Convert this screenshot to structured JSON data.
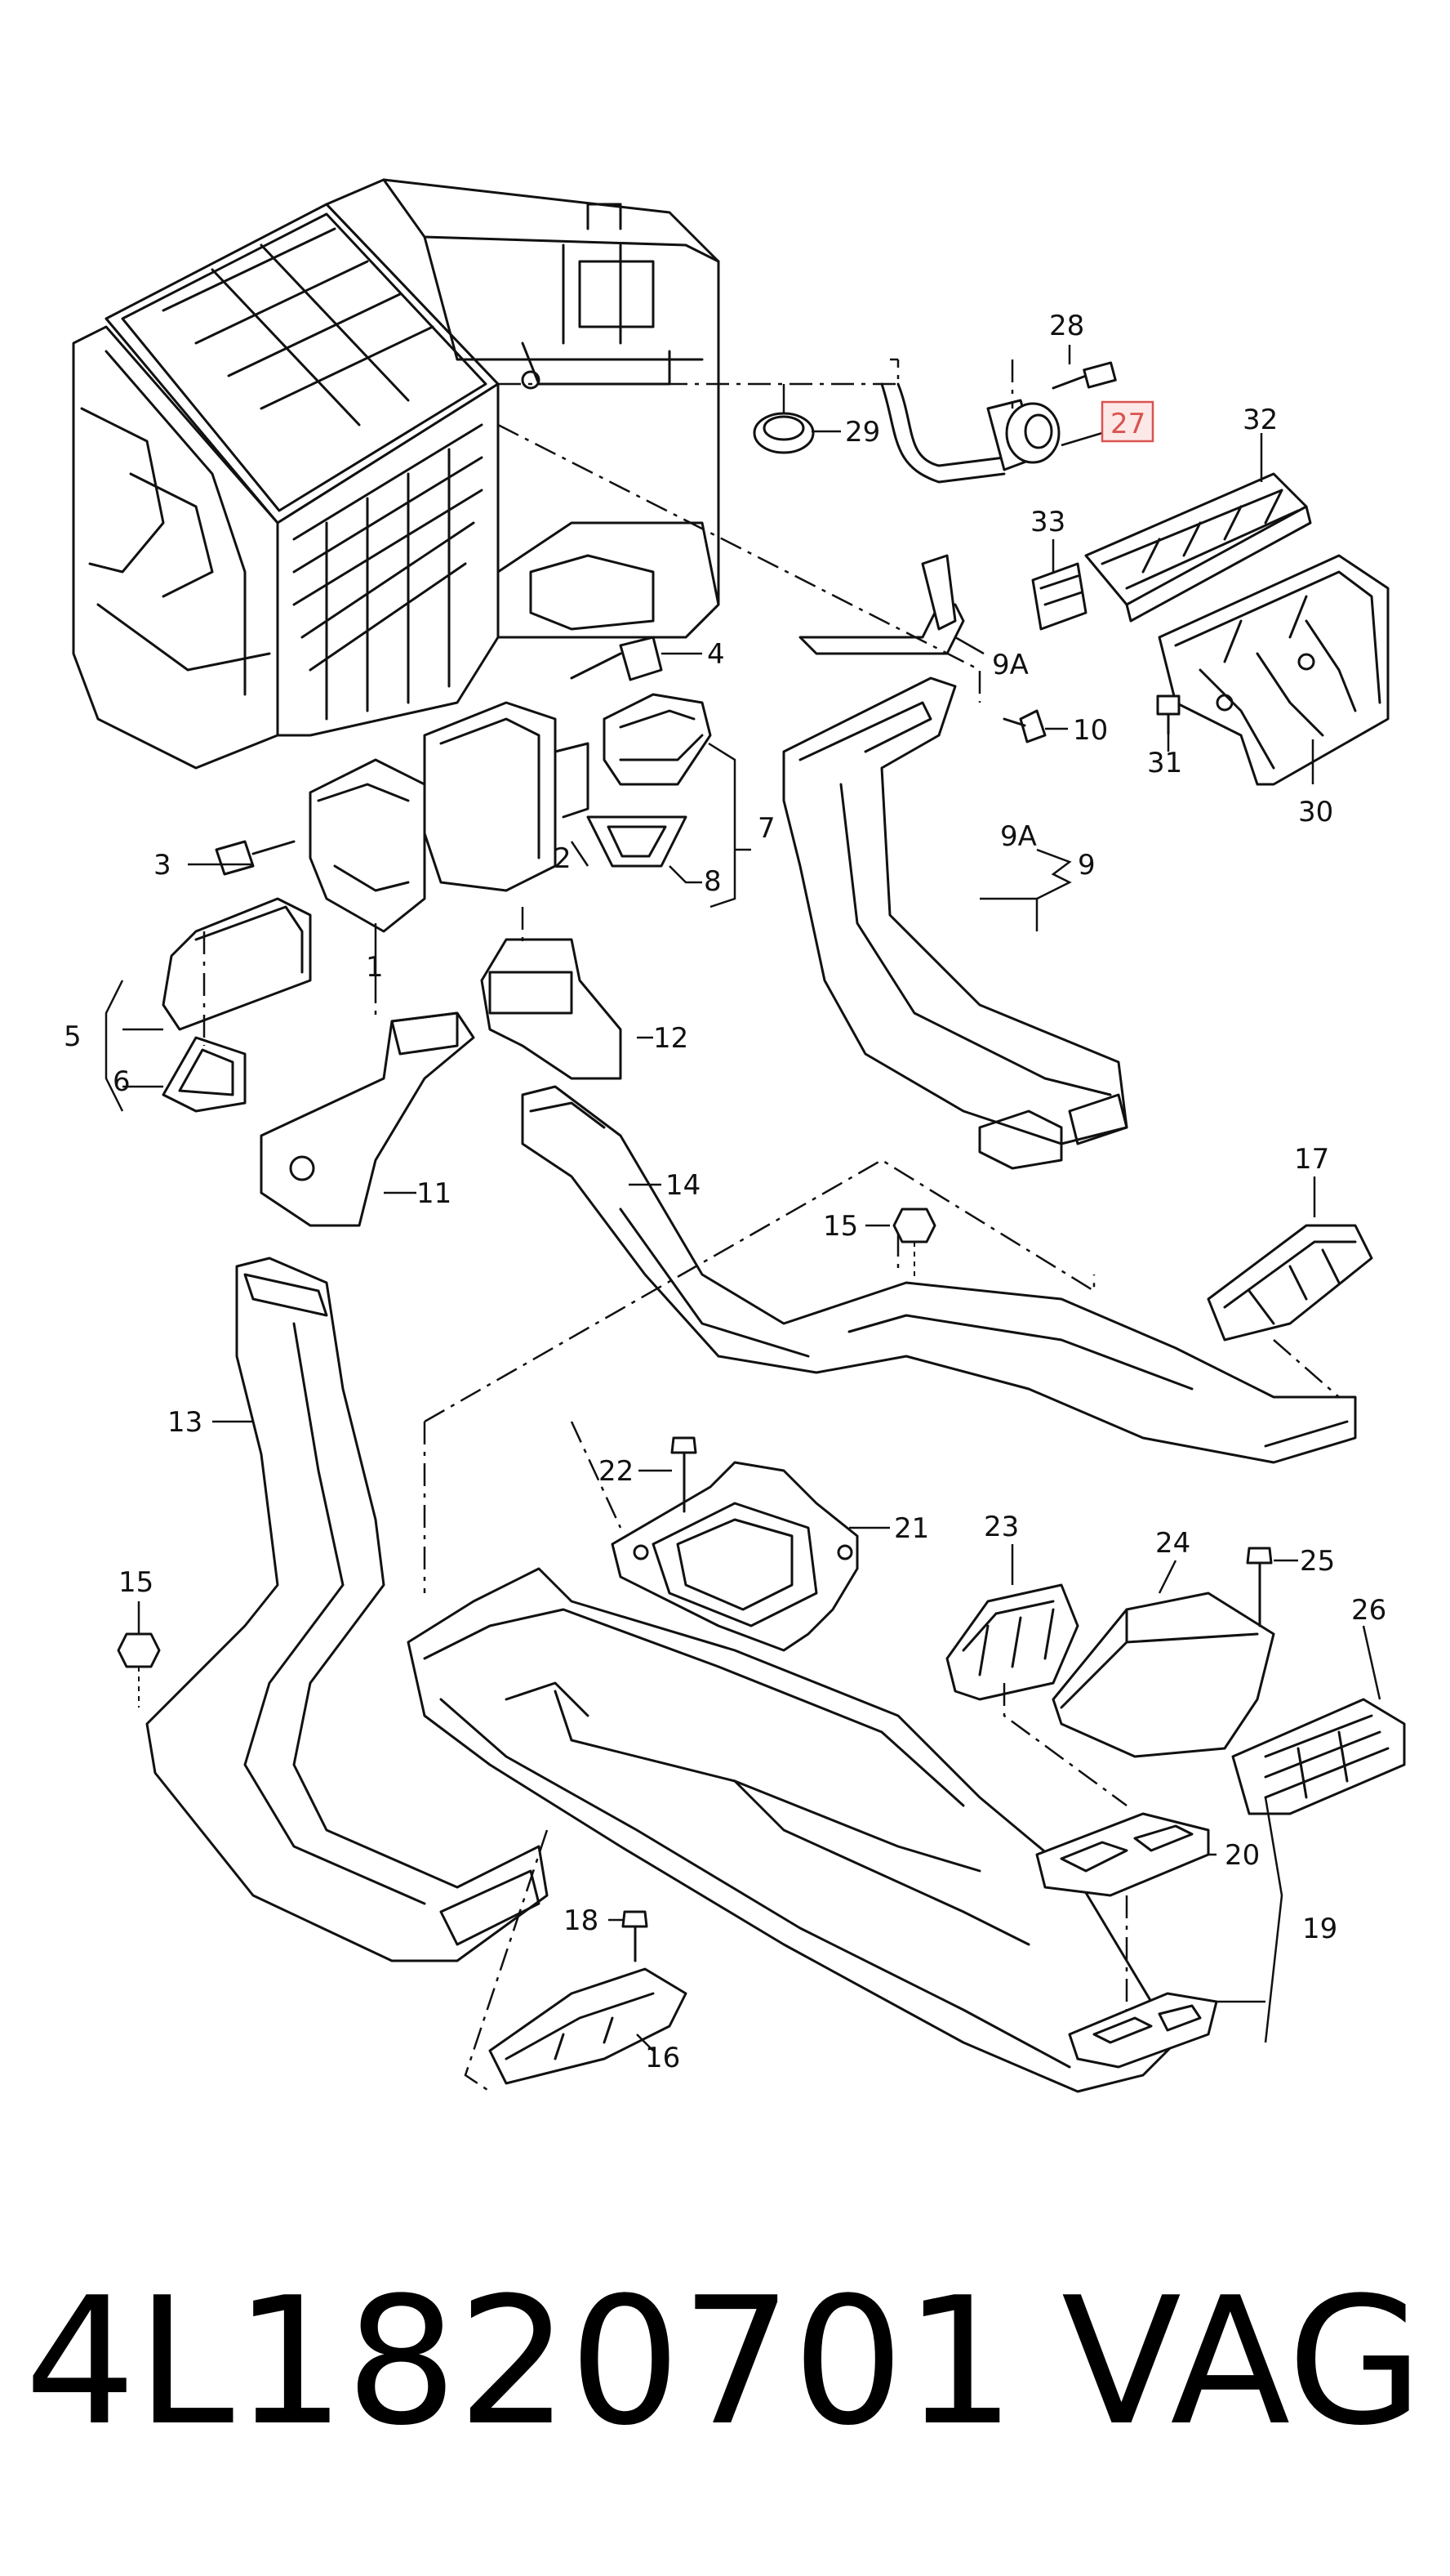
{
  "callouts": {
    "c1": "1",
    "c2": "2",
    "c3": "3",
    "c4": "4",
    "c5": "5",
    "c6": "6",
    "c7": "7",
    "c8": "8",
    "c9": "9",
    "c9A": "9A",
    "c9A_lower": "9A",
    "c10": "10",
    "c11": "11",
    "c12": "12",
    "c13": "13",
    "c14": "14",
    "c15a": "15",
    "c15b": "15",
    "c16": "16",
    "c17": "17",
    "c18": "18",
    "c19": "19",
    "c20": "20",
    "c21": "21",
    "c22": "22",
    "c23": "23",
    "c24": "24",
    "c25": "25",
    "c26": "26",
    "c27": "27",
    "c28": "28",
    "c29": "29",
    "c30": "30",
    "c31": "31",
    "c32": "32",
    "c33": "33"
  },
  "highlight": {
    "part": "27",
    "color": "#d9534f",
    "fill": "#fde8e8"
  },
  "footer": {
    "part_number": "4L1820701",
    "brand": "VAG"
  }
}
